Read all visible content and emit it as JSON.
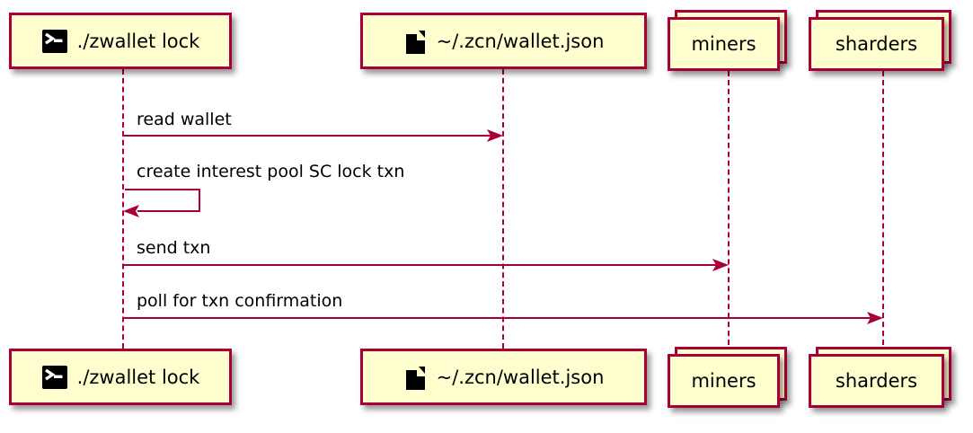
{
  "colors": {
    "background": "#FFFFFF",
    "box_fill": "#FEFECE",
    "border": "#A80036",
    "arrow": "#A80036",
    "text": "#000000"
  },
  "participants": [
    {
      "label": "./zwallet lock",
      "kind": "participant",
      "icon": "terminal-icon"
    },
    {
      "label": "~/.zcn/wallet.json",
      "kind": "participant",
      "icon": "file-icon"
    },
    {
      "label": "miners",
      "kind": "collections"
    },
    {
      "label": "sharders",
      "kind": "collections"
    }
  ],
  "messages": [
    {
      "label": "read wallet",
      "from": "./zwallet lock",
      "to": "~/.zcn/wallet.json",
      "style": "solid-arrow"
    },
    {
      "label": "create interest pool SC lock txn",
      "from": "./zwallet lock",
      "to": "./zwallet lock",
      "style": "self-arrow"
    },
    {
      "label": "send txn",
      "from": "./zwallet lock",
      "to": "miners",
      "style": "solid-arrow"
    },
    {
      "label": "poll for txn confirmation",
      "from": "./zwallet lock",
      "to": "sharders",
      "style": "solid-arrow"
    }
  ]
}
